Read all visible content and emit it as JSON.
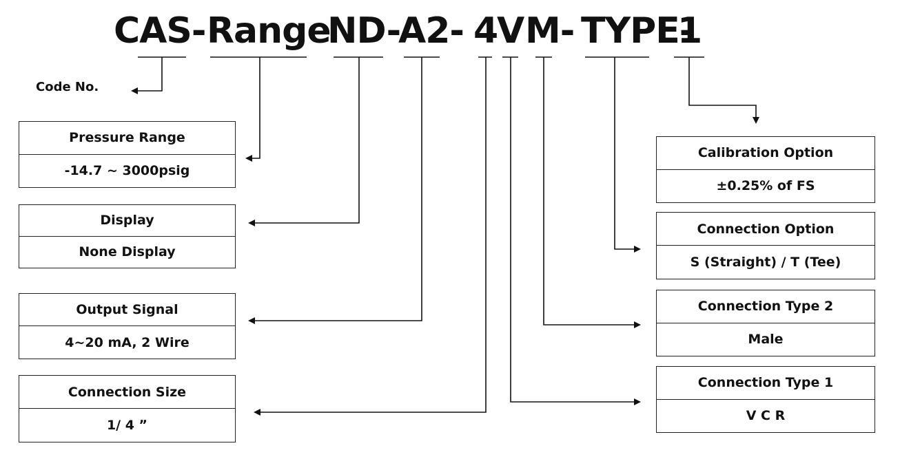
{
  "code": {
    "prefix": "CAS-",
    "range": "Range",
    "nd": "ND-",
    "a2": "A2-",
    "size": "4",
    "conn1": "V",
    "conn2": "M-",
    "conn_option": "TYPE-",
    "calibration": "1"
  },
  "code_no_label": "Code No.",
  "left_boxes": [
    {
      "header": "Pressure Range",
      "value": "-14.7 ~ 3000psig"
    },
    {
      "header": "Display",
      "value": "None Display"
    },
    {
      "header": "Output  Signal",
      "value": "4~20 mA, 2 Wire"
    },
    {
      "header": "Connection Size",
      "value": "1/ 4 ˮ"
    }
  ],
  "right_boxes": [
    {
      "header": "Calibration Option",
      "value": "±0.25% of FS"
    },
    {
      "header": "Connection Option",
      "value": "S (Straight) / T (Tee)"
    },
    {
      "header": "Connection Type 2",
      "value": "Male"
    },
    {
      "header": "Connection Type 1",
      "value": "V C R"
    }
  ],
  "colors": {
    "line": "#111111",
    "box_border": "#222222",
    "background": "#ffffff"
  }
}
